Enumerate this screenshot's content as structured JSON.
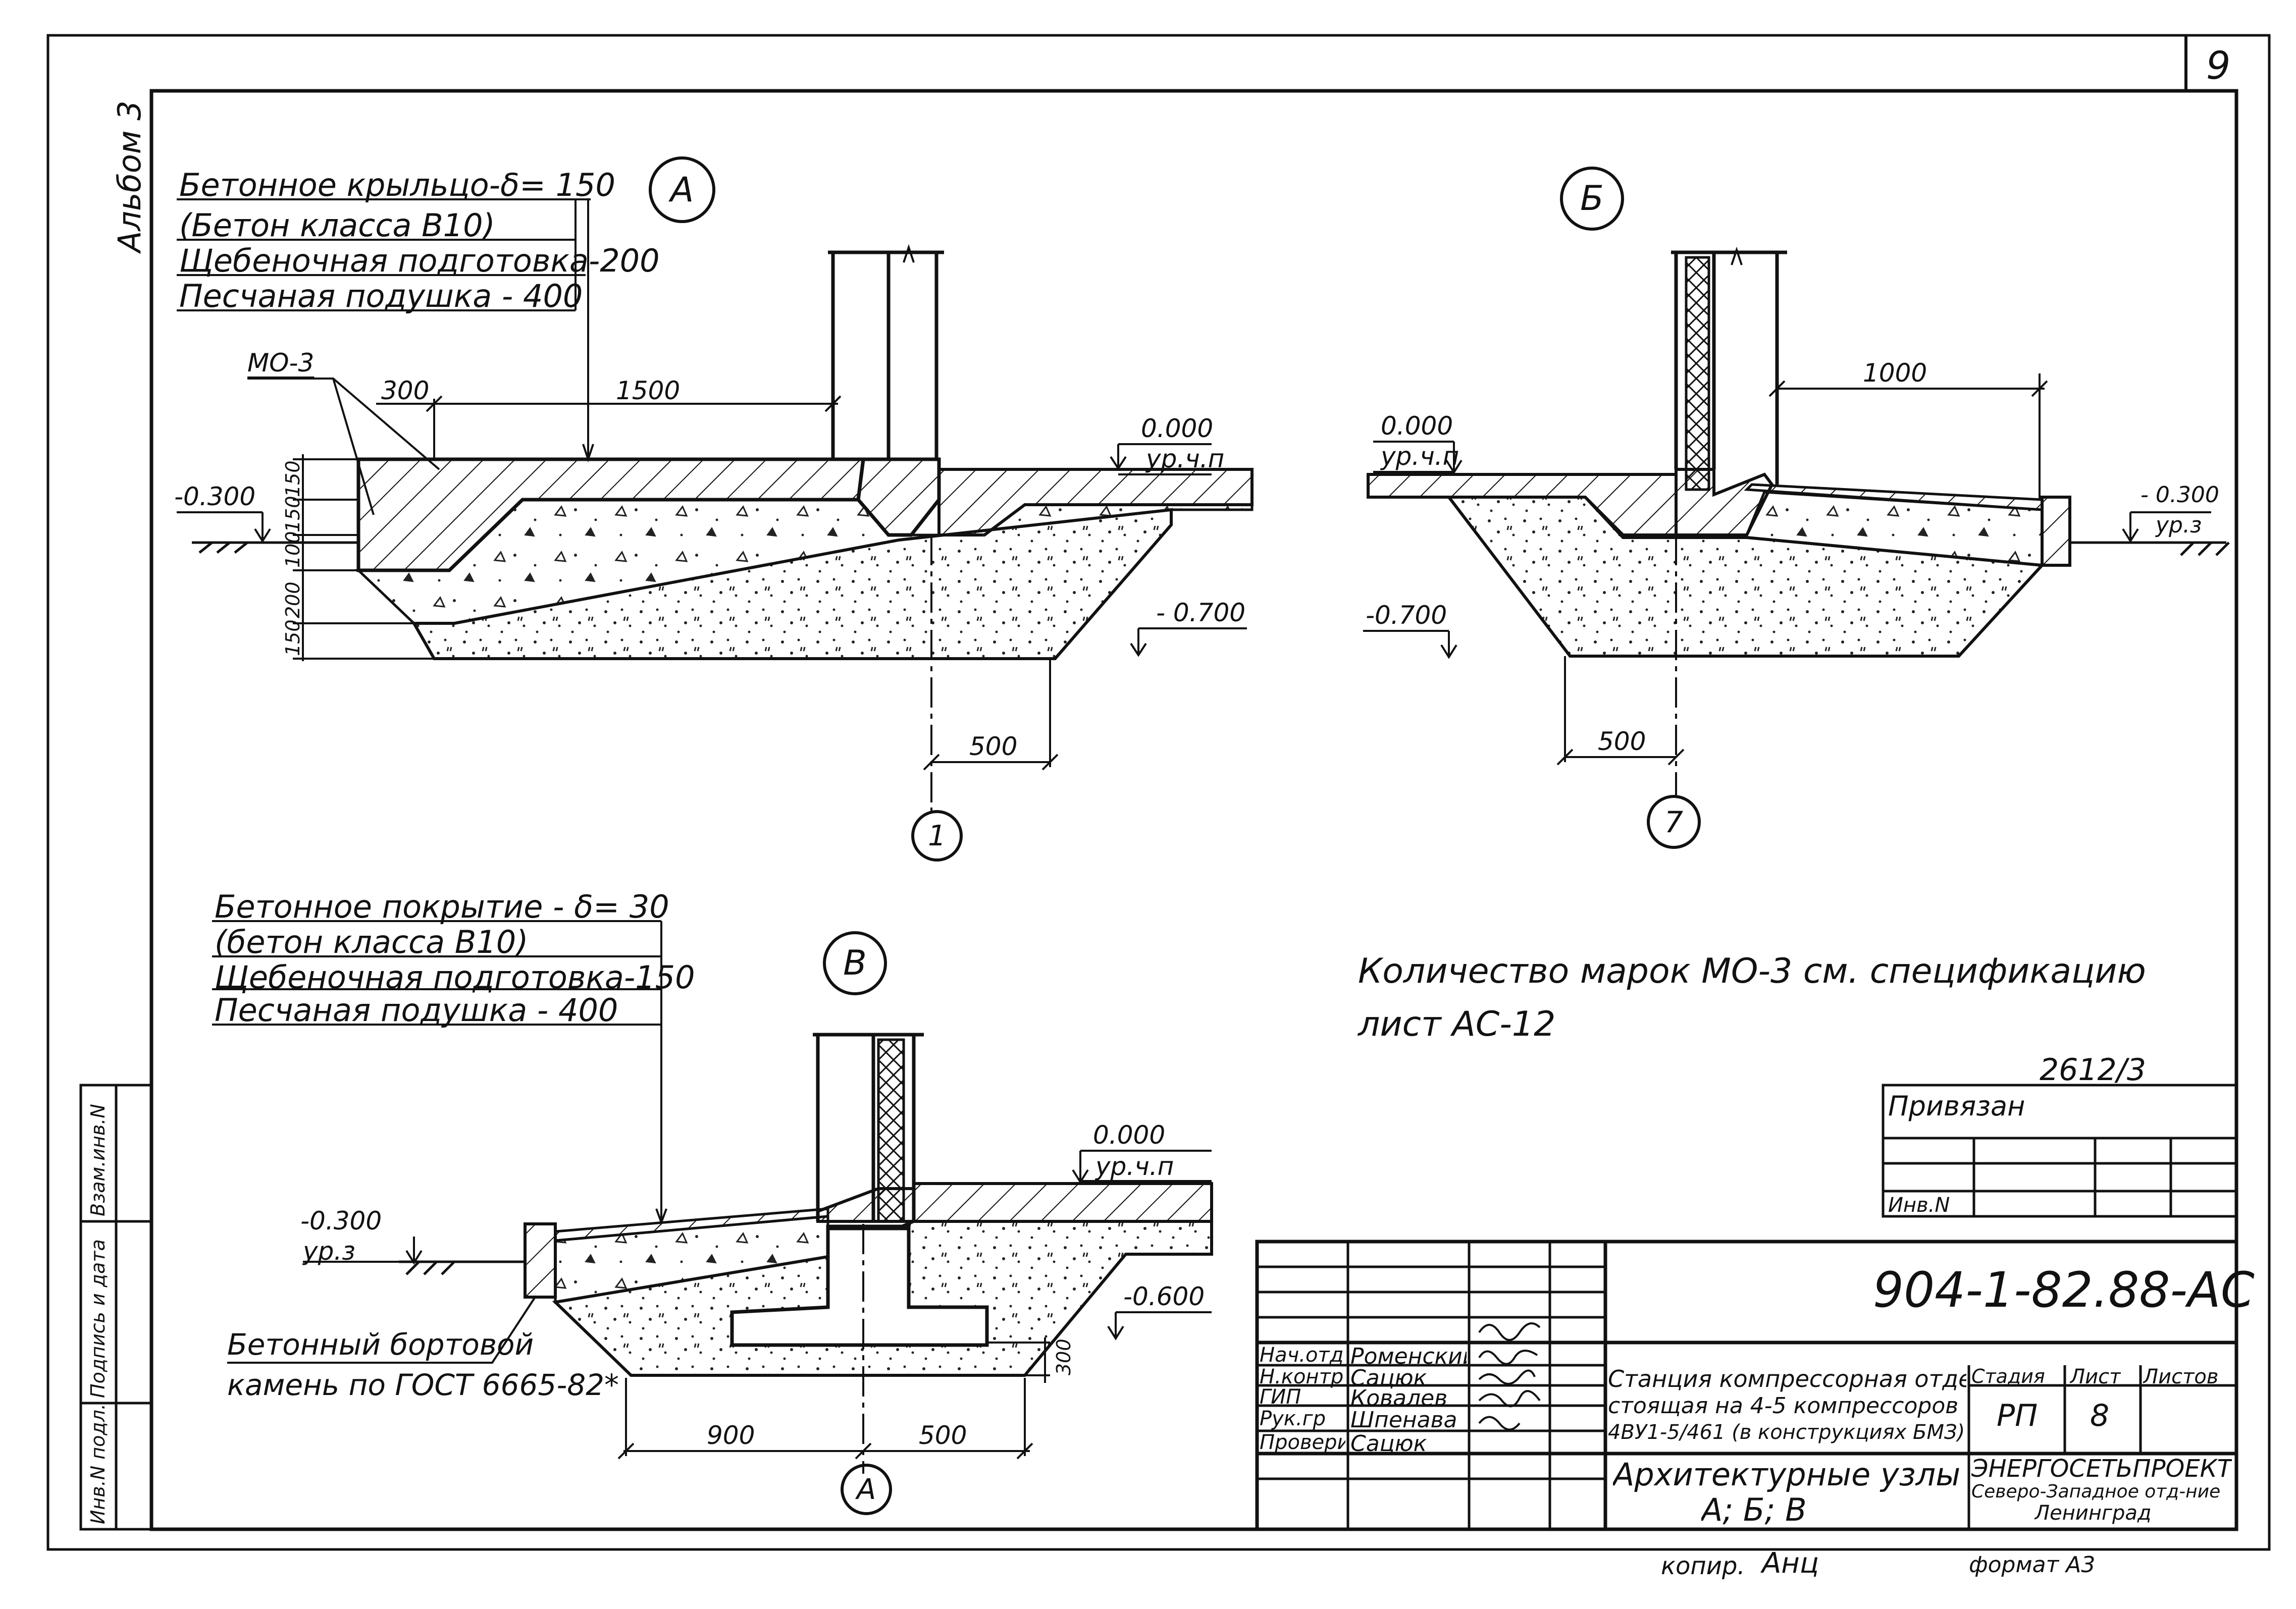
{
  "sheet": {
    "page_number": "9",
    "album": "Альбом 3",
    "drawing_code": "904-1-82.88-АС",
    "order_number": "2612/3",
    "note_line1": "Количество марок МО-3 см. спецификацию",
    "note_line2": "лист АС-12",
    "copied": "копир.",
    "copier_sign": "Анц",
    "format": "формат А3"
  },
  "node_a": {
    "mark": "А",
    "layer1": "Бетонное крыльцо-δ= 150",
    "layer2": "(Бетон класса В10)",
    "layer3": "Щебеночная подготовка-200",
    "layer4": "Песчаная подушка   - 400",
    "embed": "МО-3",
    "dim_300": "300",
    "dim_1500": "1500",
    "lvl_0": "0.000",
    "lvl_0_note": "ур.ч.п",
    "lvl_m300": "-0.300",
    "lvl_m700": "- 0.700",
    "dim_500": "500",
    "axis": "1",
    "side_dims": [
      "150",
      "150",
      "100",
      "200",
      "150"
    ]
  },
  "node_b": {
    "mark": "Б",
    "dim_1000": "1000",
    "lvl_0": "0.000",
    "lvl_0_note": "ур.ч.п",
    "lvl_m300": "- 0.300",
    "lvl_m300_note": "ур.з",
    "lvl_m700": "-0.700",
    "dim_500": "500",
    "axis": "7"
  },
  "node_v": {
    "mark": "В",
    "layer1": "Бетонное покрытие  - δ= 30",
    "layer2": "(бетон класса В10)",
    "layer3": "Щебеночная подготовка-150",
    "layer4": "Песчаная подушка   - 400",
    "lvl_m300": "-0.300",
    "lvl_m300_note": "ур.з",
    "lvl_0": "0.000",
    "lvl_0_note": "ур.ч.п",
    "lvl_m600": "-0.600",
    "curb1": "Бетонный бортовой",
    "curb2": "камень по ГОСТ 6665-82*",
    "dim_900": "900",
    "dim_500": "500",
    "dim_300": "300",
    "axis": "А"
  },
  "side_stamp": {
    "c1": "Инв.N подл.",
    "c2": "Подпись и дата",
    "c3": "Взам.инв.N"
  },
  "title_block": {
    "attached": "Привязан",
    "inv_no": "Инв.N",
    "roles": [
      "Нач.отд",
      "Н.контр",
      "ГИП",
      "Рук.гр",
      "Проверил"
    ],
    "names": [
      "Роменский",
      "Сацюк",
      "Ковалев",
      "Шпенава",
      "Сацюк"
    ],
    "project1": "Станция компрессорная отдельно-",
    "project2": "стоящая на 4-5 компрессоров",
    "project3": "4ВУ1-5/461 (в конструкциях БМЗ)",
    "sheet_title1": "Архитектурные узлы",
    "sheet_title2": "А; Б; В",
    "stage_h": "Стадия",
    "sheet_h": "Лист",
    "sheets_h": "Листов",
    "stage": "РП",
    "sheet": "8",
    "org1": "ЭНЕРГОСЕТЬПРОЕКТ",
    "org2": "Северо-Западное отд-ние",
    "org3": "Ленинград"
  }
}
